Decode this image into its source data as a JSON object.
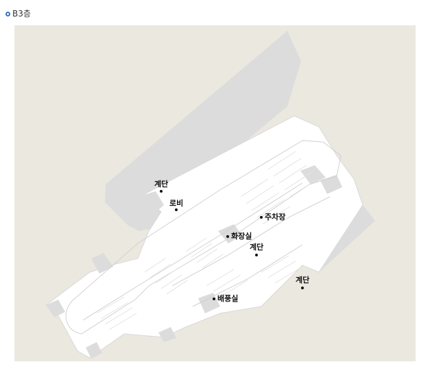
{
  "floor": {
    "label": "B3층",
    "bullet_color": "#3a6fc4"
  },
  "colors": {
    "background": "#ebe8e0",
    "parking_area": "#ffffff",
    "building_block": "#dcdcdc",
    "line": "#c9c9c9"
  },
  "labels": {
    "stairs_1": "계단",
    "lobby": "로비",
    "parking": "주차장",
    "restroom": "화장실",
    "stairs_2": "계단",
    "stairs_3": "계단",
    "ventilation": "배풍실"
  }
}
